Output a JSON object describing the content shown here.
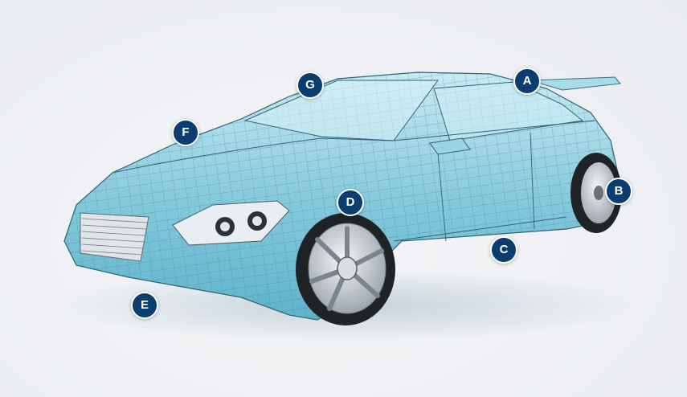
{
  "illustration": {
    "subject": "car-wireframe-icon",
    "colors": {
      "background": "#eef0f3",
      "body": "#7fc9dd",
      "body_light": "#bfe6ef",
      "mesh_lines": "#3b6f80",
      "tire": "#1f2326",
      "rim": "#c9ced3",
      "hotspot_fill": "#0b3d6e",
      "hotspot_border": "#ffffff"
    }
  },
  "hotspots": [
    {
      "id": "hs-a",
      "label": "A"
    },
    {
      "id": "hs-b",
      "label": "B"
    },
    {
      "id": "hs-c",
      "label": "C"
    },
    {
      "id": "hs-d",
      "label": "D"
    },
    {
      "id": "hs-e",
      "label": "E"
    },
    {
      "id": "hs-f",
      "label": "F"
    },
    {
      "id": "hs-g",
      "label": "G"
    }
  ]
}
